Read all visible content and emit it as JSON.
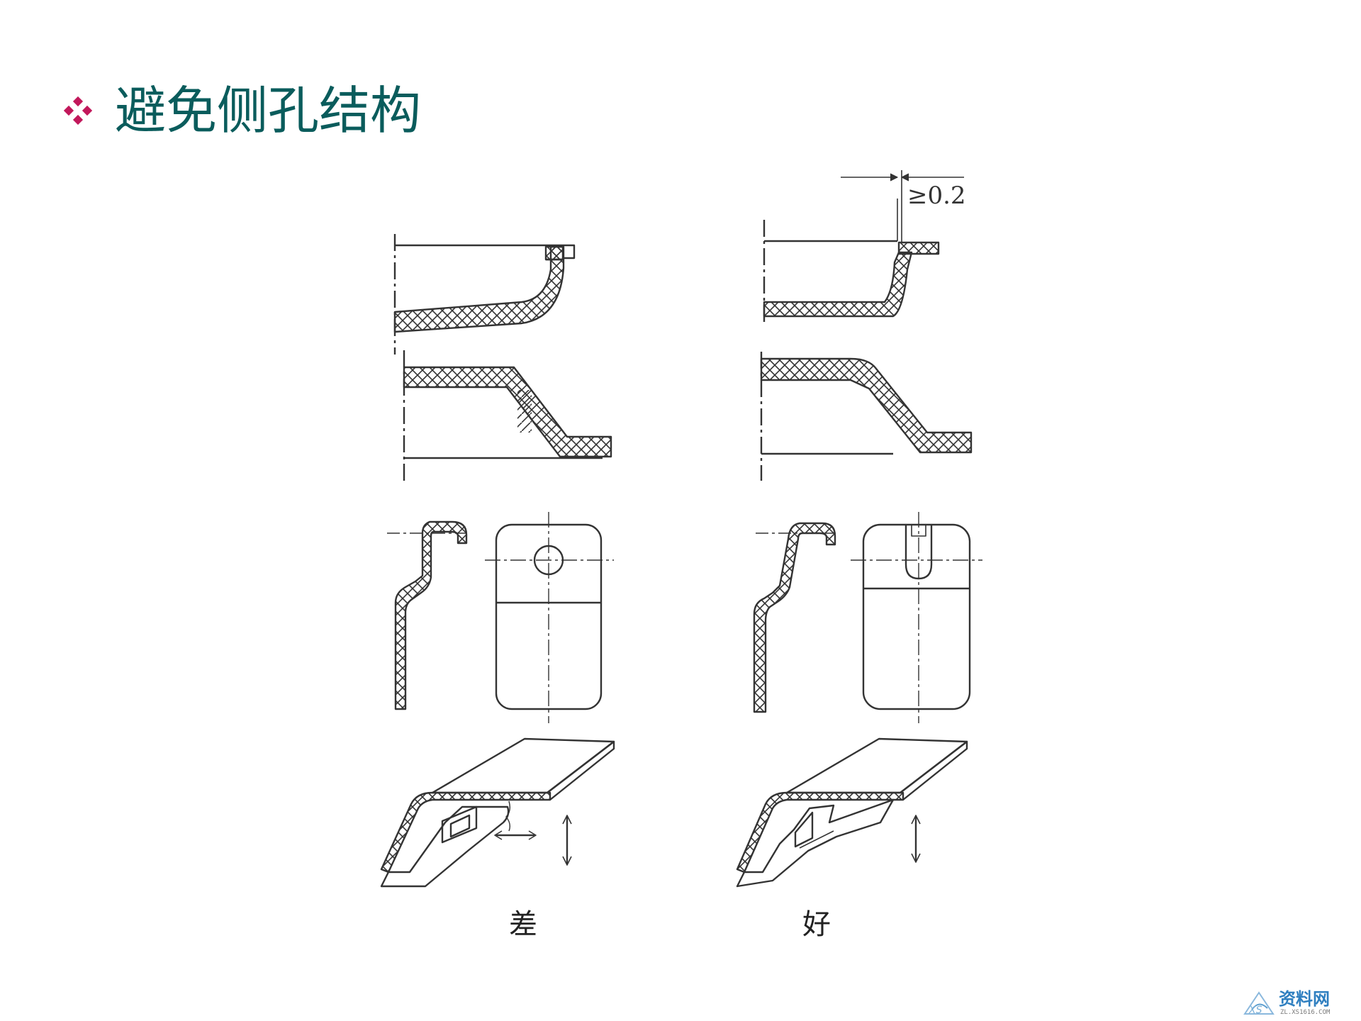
{
  "slide": {
    "title": "避免侧孔结构",
    "bullet_icon": "diamond-bullet-icon",
    "colors": {
      "title": "#0a5c5c",
      "bullet": "#c2185b",
      "line": "#333333",
      "background": "#ffffff"
    }
  },
  "diagram": {
    "dimension_label": "≥0.2",
    "caption_bad": "差",
    "caption_good": "好"
  },
  "watermark": {
    "text": "资料网",
    "url": "ZL.XS1616.COM",
    "colors": {
      "text": "#2f7fc0",
      "url": "#7a7a7a"
    }
  }
}
